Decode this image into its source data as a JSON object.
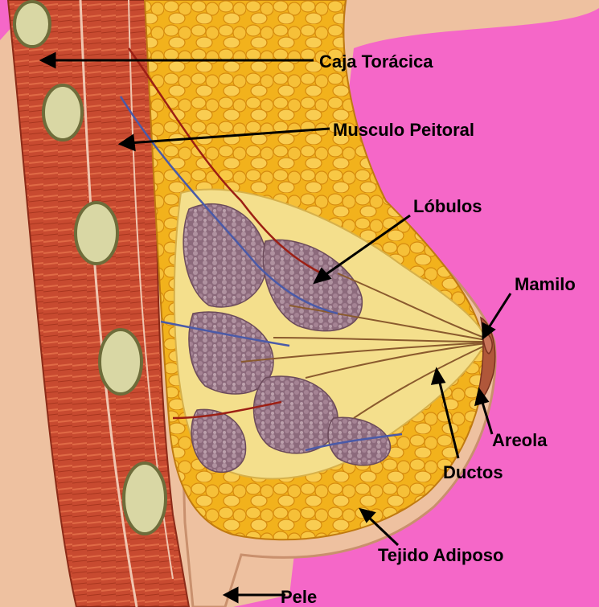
{
  "labels": {
    "ribcage": "Caja Torácica",
    "pectoral": "Musculo Peitoral",
    "lobules": "Lóbulos",
    "nipple": "Mamilo",
    "areola": "Areola",
    "ducts": "Ductos",
    "adipose": "Tejido Adiposo",
    "skin": "Pele"
  },
  "colors": {
    "background": "#f567c8",
    "skin": "#eec1a0",
    "muscle": "#c8452e",
    "fat": "#f2b21c",
    "lobule": "#9a7585",
    "duct": "#f3df86"
  }
}
